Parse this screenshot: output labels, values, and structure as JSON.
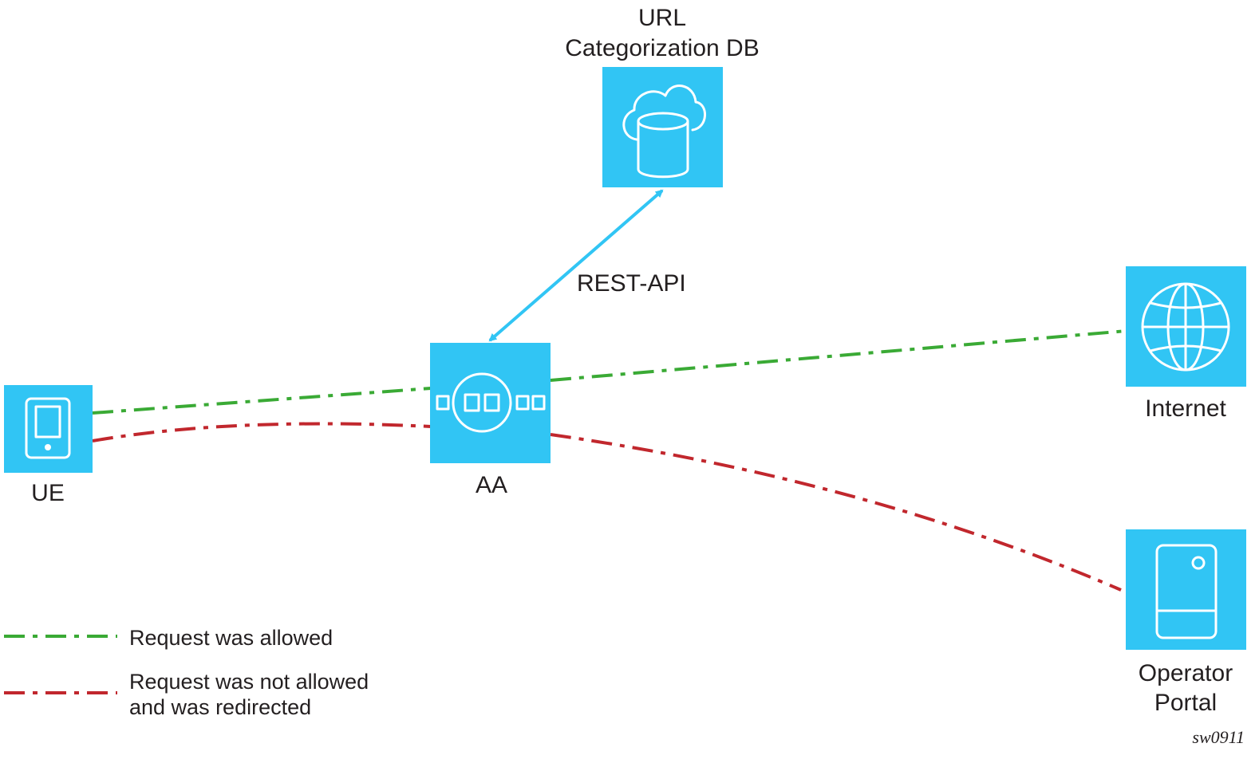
{
  "colors": {
    "node_fill": "#31c5f4",
    "allowed_line": "#3aaa35",
    "redirected_line": "#c1272d",
    "api_link": "#31c5f4",
    "text": "#231f20"
  },
  "nodes": {
    "url_db": {
      "label_line1": "URL",
      "label_line2": "Categorization DB",
      "icon": "cloud-database-icon"
    },
    "aa": {
      "label": "AA",
      "icon": "packet-processor-icon"
    },
    "ue": {
      "label": "UE",
      "icon": "mobile-device-icon"
    },
    "internet": {
      "label": "Internet",
      "icon": "globe-icon"
    },
    "operator_portal": {
      "label_line1": "Operator",
      "label_line2": "Portal",
      "icon": "server-icon"
    }
  },
  "links": {
    "rest_api": {
      "label": "REST-API"
    }
  },
  "legend": {
    "allowed": {
      "label": "Request was allowed"
    },
    "redirected": {
      "label_line1": "Request was not allowed",
      "label_line2": "and was redirected"
    }
  },
  "figure_id": "sw0911"
}
